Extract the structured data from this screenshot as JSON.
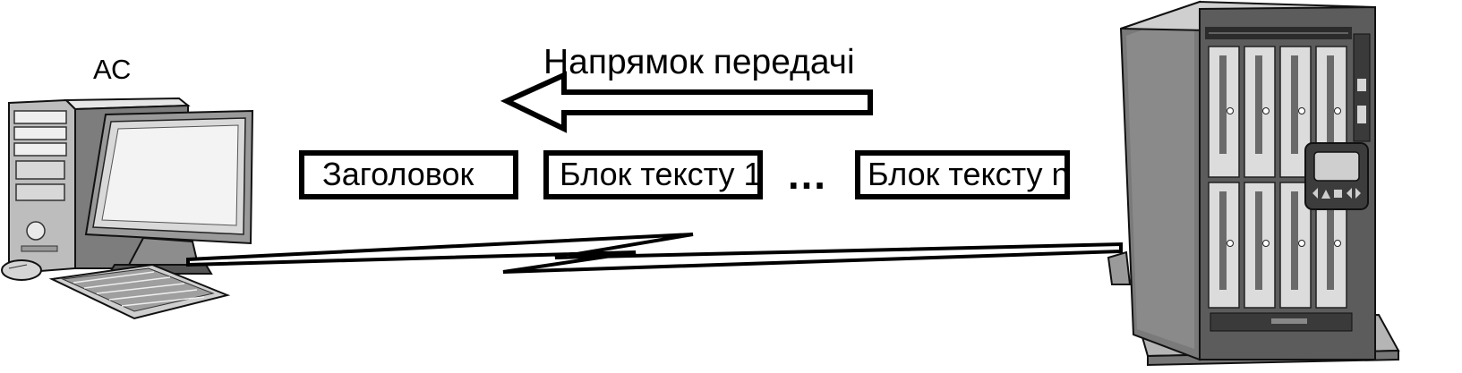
{
  "client": {
    "label": "АС",
    "icon": "desktop-computer-icon"
  },
  "server": {
    "icon": "server-rack-icon"
  },
  "direction": {
    "label": "Напрямок передачі",
    "icon": "arrow-left-icon"
  },
  "blocks": {
    "header": "Заголовок",
    "first": "Блок тексту 1",
    "ellipsis": "…",
    "last": "Блок тексту n"
  },
  "link": {
    "icon": "wireless-link-icon"
  }
}
